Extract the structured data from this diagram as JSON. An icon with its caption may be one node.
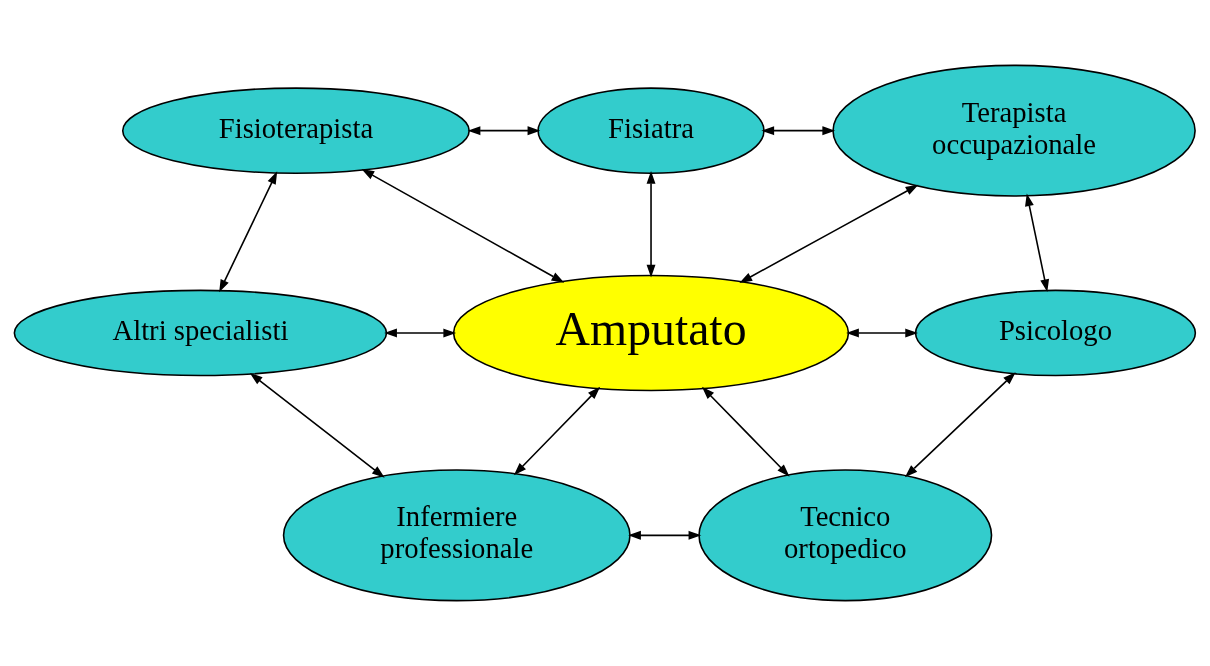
{
  "diagram": {
    "nodes": [
      {
        "text": [
          "Fisioterapista"
        ]
      },
      {
        "text": [
          "Fisiatra"
        ]
      },
      {
        "text": [
          "Terapista occupazionale"
        ]
      },
      {
        "text": [
          "Altri specialisti"
        ]
      },
      {
        "text": [
          "Amputato"
        ]
      },
      {
        "text": [
          "Psicologo"
        ]
      },
      {
        "text": [
          "Infermiere professionale"
        ]
      },
      {
        "text": [
          "Tecnico ortopedico"
        ]
      }
    ],
    "edges": [
      {
        "from": 0,
        "to": 1,
        "arrow": "both"
      },
      {
        "from": 1,
        "to": 2,
        "arrow": "both"
      },
      {
        "from": 0,
        "to": 4,
        "arrow": "both"
      },
      {
        "from": 1,
        "to": 4,
        "arrow": "both"
      },
      {
        "from": 2,
        "to": 4,
        "arrow": "both"
      },
      {
        "from": 2,
        "to": 5,
        "arrow": "both"
      },
      {
        "from": 0,
        "to": 3,
        "arrow": "both"
      },
      {
        "from": 3,
        "to": 4,
        "arrow": "both"
      },
      {
        "from": 4,
        "to": 5,
        "arrow": "both"
      },
      {
        "from": 3,
        "to": 6,
        "arrow": "both"
      },
      {
        "from": 6,
        "to": 4,
        "arrow": "both"
      },
      {
        "from": 4,
        "to": 7,
        "arrow": "both"
      },
      {
        "from": 6,
        "to": 7,
        "arrow": "both"
      },
      {
        "from": 7,
        "to": 5,
        "arrow": "both"
      }
    ]
  }
}
